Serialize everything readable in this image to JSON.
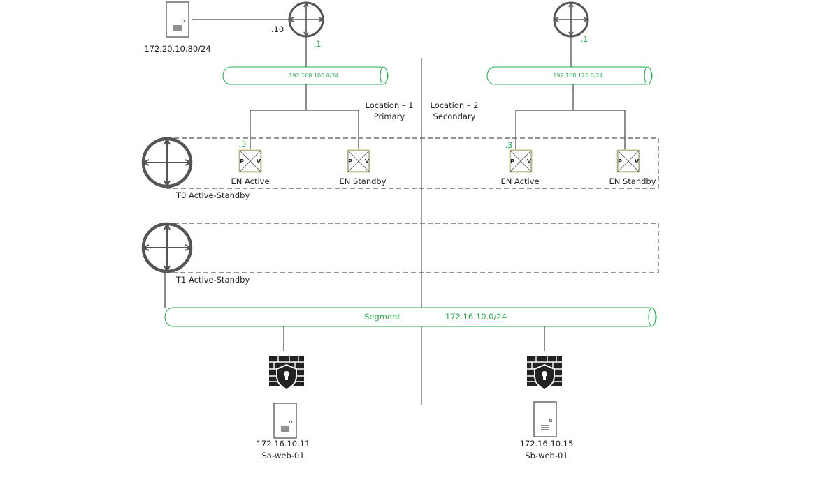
{
  "colors": {
    "green": "#22b14c",
    "dark": "#555555",
    "line": "#333333"
  },
  "location1": {
    "name": "Location – 1",
    "role": "Primary"
  },
  "location2": {
    "name": "Location – 2",
    "role": "Secondary"
  },
  "external_server": {
    "ip": "172.20.10.80/24",
    "router_if": ".10"
  },
  "router1": {
    "ip": ".1",
    "network": "192.168.100.0/24"
  },
  "router2": {
    "ip": ".1",
    "network": "192.168.120.0/24"
  },
  "edge_nodes": {
    "ip_active": ".3",
    "label_active": "EN Active",
    "label_standby": "EN Standby",
    "letters": [
      "P",
      "V"
    ]
  },
  "t0": {
    "label": "T0 Active-Standby"
  },
  "t1": {
    "label": "T1 Active-Standby"
  },
  "segment": {
    "name": "Segment",
    "network": "172.16.10.0/24"
  },
  "vm_a": {
    "ip": "172.16.10.11",
    "name": "Sa-web-01"
  },
  "vm_b": {
    "ip": "172.16.10.15",
    "name": "Sb-web-01"
  }
}
